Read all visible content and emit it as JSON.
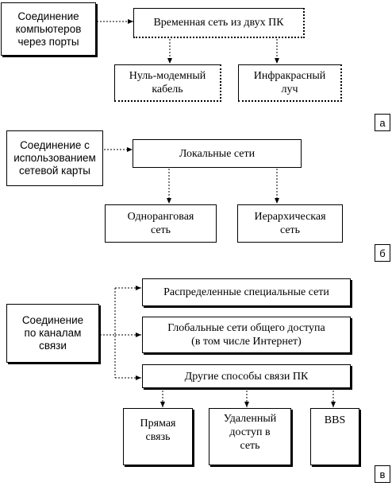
{
  "section_a": {
    "source": "Соединение\nкомпьютеров\nчерез порты",
    "main": "Временная сеть из двух ПК",
    "child1": "Нуль-модемный\nкабель",
    "child2": "Инфракрасный\nлуч",
    "label": "а"
  },
  "section_b": {
    "source": "Соединение с\nиспользованием\nсетевой карты",
    "main": "Локальные сети",
    "child1": "Одноранговая\nсеть",
    "child2": "Иерархическая\nсеть",
    "label": "б"
  },
  "section_c": {
    "source": "Соединение\nпо каналам\nсвязи",
    "item1": "Распределенные специальные сети",
    "item2": "Глобальные сети общего доступа\n(в том числе Интернет)",
    "item3": "Другие способы связи ПК",
    "child1": "Прямая\nсвязь",
    "child2": "Удаленный\nдоступ в\nсеть",
    "child3": "BBS",
    "label": "в"
  }
}
